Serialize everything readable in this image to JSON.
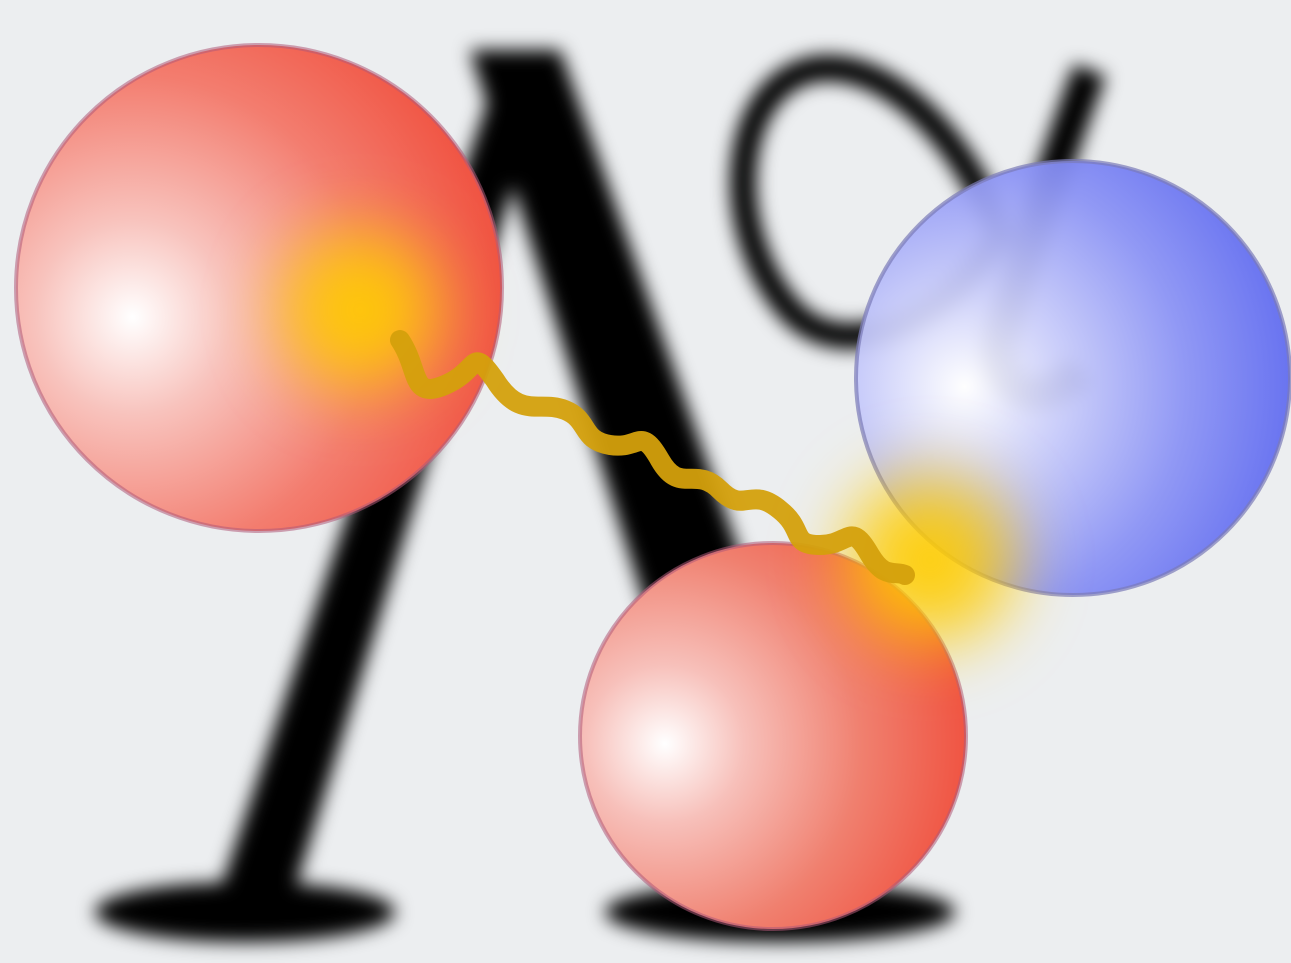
{
  "diagram": {
    "colors": {
      "background": "#eceef0",
      "letter_ink": "#000000",
      "red_sphere": "#f25a48",
      "red_sphere_edge": "#b05a78",
      "blue_sphere": "#5c68f0",
      "blue_sphere_edge": "#7a7ab8",
      "sphere_highlight": "#ffffff",
      "gluon_glow": "#ffcc00",
      "gluon_line": "#d4a00c"
    },
    "elements": [
      "blurred-capital-lambda-glyph",
      "blurred-alpha-glyph",
      "large-red-sphere",
      "small-red-sphere",
      "blue-sphere",
      "yellow-wavy-gluon-line"
    ]
  }
}
